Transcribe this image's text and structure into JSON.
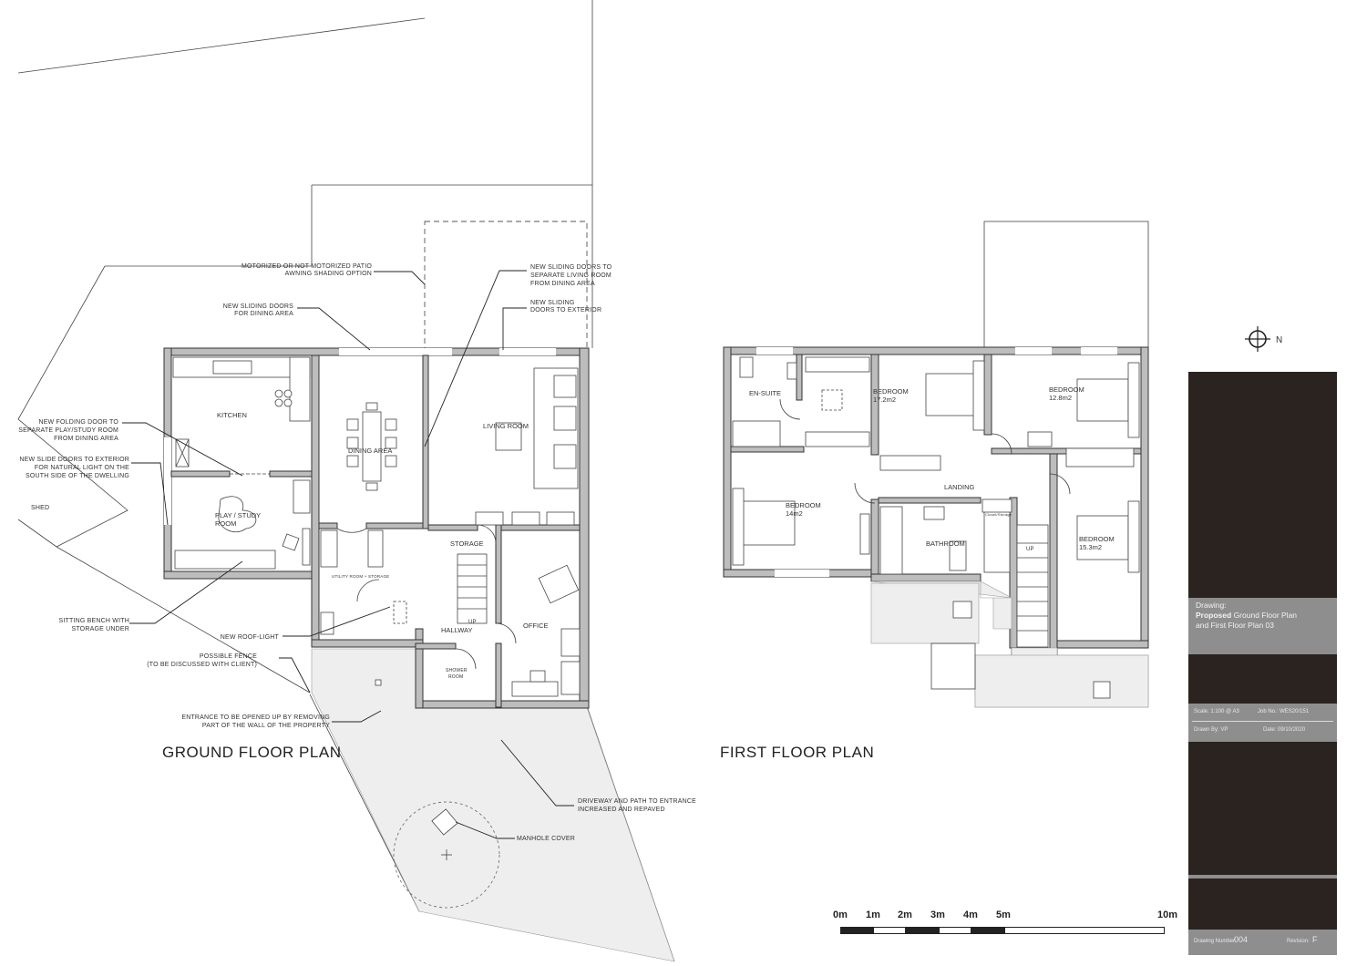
{
  "titles": {
    "ground": "GROUND FLOOR PLAN",
    "first": "FIRST FLOOR PLAN"
  },
  "ground_rooms": {
    "kitchen": "KITCHEN",
    "dining": "DINING AREA",
    "living": "LIVING ROOM",
    "play_1": "PLAY / STUDY",
    "play_2": "ROOM",
    "storage": "STORAGE",
    "hallway": "HALLWAY",
    "office": "OFFICE",
    "shower_1": "SHOWER",
    "shower_2": "ROOM",
    "utility": "UTILITY ROOM + STORAGE",
    "up": "UP",
    "shed": "SHED"
  },
  "annotations": {
    "awning_1": "MOTORIZED OR NOT MOTORIZED PATIO",
    "awning_2": "AWNING SHADING OPTION",
    "sliding_dining_1": "NEW SLIDING DOORS",
    "sliding_dining_2": "FOR DINING AREA",
    "sliding_living_1": "NEW SLIDING DOORS TO",
    "sliding_living_2": "SEPARATE LIVING ROOM",
    "sliding_living_3": "FROM DINING AREA",
    "sliding_ext_1": "NEW SLIDING",
    "sliding_ext_2": "DOORS TO EXTERIOR",
    "folding_1": "NEW FOLDING DOOR TO",
    "folding_2": "SEPARATE PLAY/STUDY ROOM",
    "folding_3": "FROM DINING AREA",
    "slide_ext_1": "NEW SLIDE DOORS TO EXTERIOR",
    "slide_ext_2": "FOR NATURAL LIGHT ON THE",
    "slide_ext_3": "SOUTH SIDE OF THE DWELLING",
    "bench_1": "SITTING BENCH WITH",
    "bench_2": "STORAGE UNDER",
    "rooflight": "NEW ROOF-LIGHT",
    "fence_1": "POSSIBLE FENCE",
    "fence_2": "(TO BE DISCUSSED WITH CLIENT)",
    "entrance_1": "ENTRANCE TO BE OPENED UP BY REMOVING",
    "entrance_2": "PART OF THE WALL OF THE PROPERTY",
    "driveway_1": "DRIVEWAY AND PATH TO ENTRANCE",
    "driveway_2": "INCREASED AND REPAVED",
    "manhole": "MANHOLE COVER"
  },
  "first_rooms": {
    "ensuite": "EN-SUITE",
    "bed1_name": "BEDROOM",
    "bed1_area": "17.2m2",
    "bed2_name": "BEDROOM",
    "bed2_area": "12.8m2",
    "bed3_name": "BEDROOM",
    "bed3_area": "14m2",
    "bed4_name": "BEDROOM",
    "bed4_area": "15.3m2",
    "landing": "LANDING",
    "bathroom": "BATHROOM",
    "closet": "Closet/Storage",
    "up": "UP"
  },
  "north_label": "N",
  "scale_bar": {
    "labels": [
      "0m",
      "1m",
      "2m",
      "3m",
      "4m",
      "5m",
      "10m"
    ]
  },
  "title_block": {
    "drawing_label": "Drawing:",
    "drawing_bold": "Proposed",
    "drawing_rest_1": " Ground Floor Plan",
    "drawing_rest_2": "and First Floor Plan 03",
    "scale": "Scale: 1:100 @ A3",
    "job_no": "Job No.: WES20/151",
    "drawn_by": "Drawn By: VP",
    "date": "Date: 09/10/2020",
    "drawing_number_label": "Drawing Number:",
    "drawing_number": "004",
    "revision_label": "Revision:",
    "revision": "F"
  },
  "colors": {
    "title_block_dark": "#2a2320",
    "title_block_grey": "#8e8e8e",
    "wall_fill": "#bdbdbd",
    "line": "#333333"
  }
}
